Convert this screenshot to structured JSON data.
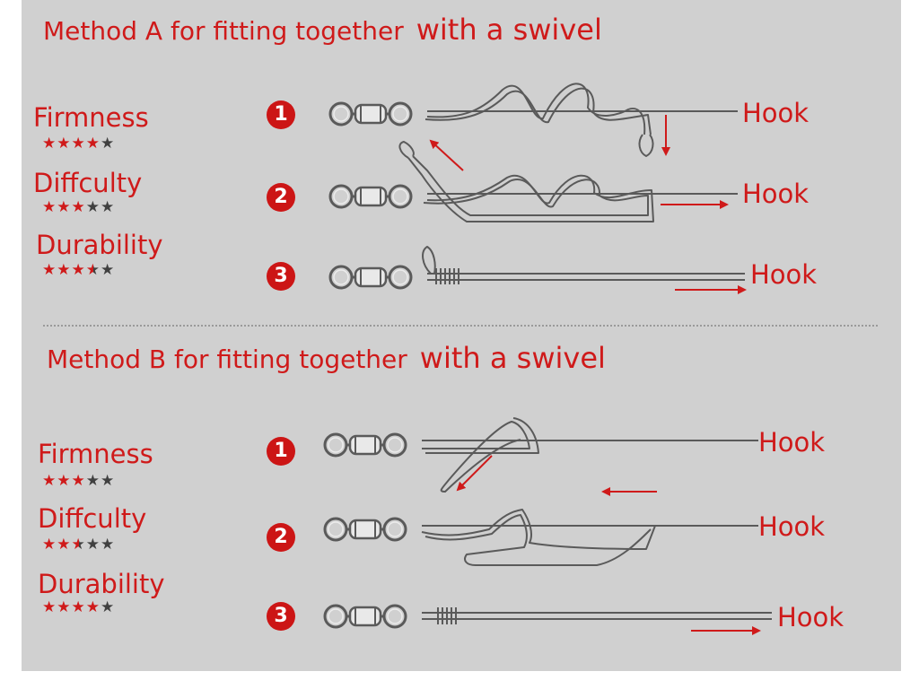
{
  "method_a": {
    "title": "Method A for fitting together",
    "subtitle": "with a swivel",
    "ratings": [
      {
        "label": "Firmness",
        "stars": 4
      },
      {
        "label": "Diffculty",
        "stars": 3
      },
      {
        "label": "Durability",
        "stars": 3.5
      }
    ],
    "steps": [
      {
        "number": "1",
        "label": "Hook"
      },
      {
        "number": "2",
        "label": "Hook"
      },
      {
        "number": "3",
        "label": "Hook"
      }
    ]
  },
  "method_b": {
    "title": "Method B for fitting together",
    "subtitle": "with a swivel",
    "ratings": [
      {
        "label": "Firmness",
        "stars": 3
      },
      {
        "label": "Diffculty",
        "stars": 2.5
      },
      {
        "label": "Durability",
        "stars": 4
      }
    ],
    "steps": [
      {
        "number": "1",
        "label": "Hook"
      },
      {
        "number": "2",
        "label": "Hook"
      },
      {
        "number": "3",
        "label": "Hook"
      }
    ]
  },
  "star_max": 5,
  "colors": {
    "accent": "#cf1a1a",
    "panel": "#d0d0d0",
    "line": "#5a5a5a"
  }
}
